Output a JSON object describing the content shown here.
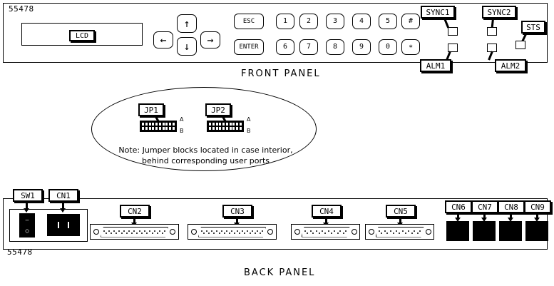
{
  "diagram": {
    "front_panel": {
      "caption": "FRONT PANEL",
      "serial": "55478",
      "display_label": "LCD",
      "arrow_keys": [
        {
          "name": "left",
          "glyph": "←"
        },
        {
          "name": "up",
          "glyph": "↑"
        },
        {
          "name": "down",
          "glyph": "↓"
        },
        {
          "name": "right",
          "glyph": "→"
        }
      ],
      "keypad_row1": [
        "ESC",
        "1",
        "2",
        "3",
        "4",
        "5",
        "#"
      ],
      "keypad_row2": [
        "ENTER",
        "6",
        "7",
        "8",
        "9",
        "0",
        "∗"
      ],
      "indicators": [
        {
          "label": "SYNC1"
        },
        {
          "label": "SYNC2"
        },
        {
          "label": "STS"
        },
        {
          "label": "ALM1"
        },
        {
          "label": "ALM2"
        }
      ]
    },
    "detail_bubble": {
      "jumpers": [
        {
          "label": "JP1",
          "row_top": "A",
          "row_bottom": "B",
          "pins_per_row": 10
        },
        {
          "label": "JP2",
          "row_top": "A",
          "row_bottom": "B",
          "pins_per_row": 10
        }
      ],
      "note_line1": "Note: Jumper blocks located in case interior,",
      "note_line2": "behind corresponding user ports"
    },
    "back_panel": {
      "caption": "BACK PANEL",
      "serial": "55478",
      "power_switch": {
        "label": "SW1",
        "on_mark": "—",
        "off_mark": "○"
      },
      "power_inlet": {
        "label": "CN1"
      },
      "dsub_connectors": [
        {
          "label": "CN2",
          "size": "wide",
          "pins": 13
        },
        {
          "label": "CN3",
          "size": "wide",
          "pins": 13
        },
        {
          "label": "CN4",
          "size": "narrow",
          "pins": 8
        },
        {
          "label": "CN5",
          "size": "narrow",
          "pins": 8
        }
      ],
      "block_ports": [
        {
          "label": "CN6"
        },
        {
          "label": "CN7"
        },
        {
          "label": "CN8"
        },
        {
          "label": "CN9"
        }
      ]
    },
    "colors": {
      "line": "#000000",
      "background": "#ffffff"
    }
  }
}
